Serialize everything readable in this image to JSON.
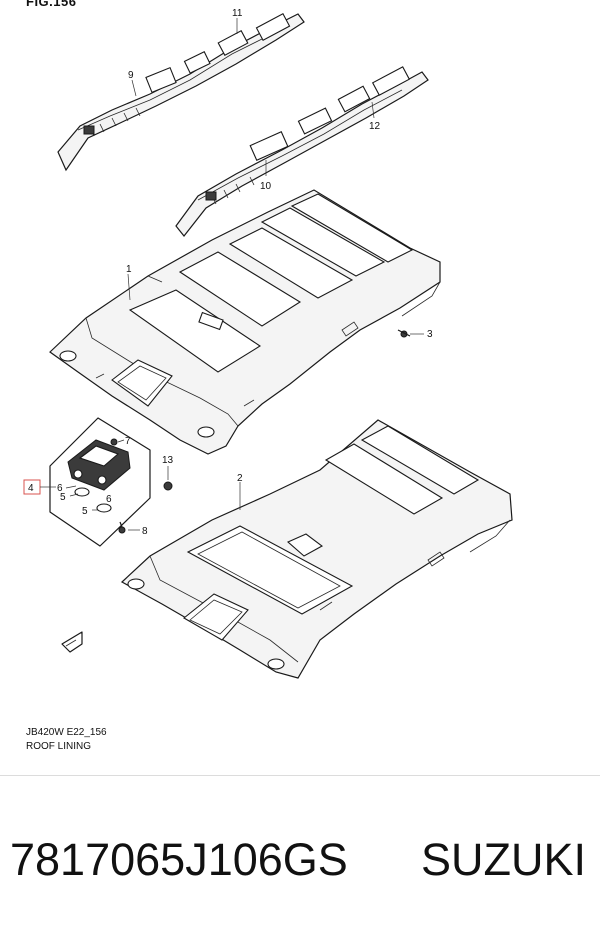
{
  "figure": {
    "label": "FIG.156",
    "code": "JB420W E22_156",
    "name": "ROOF LINING"
  },
  "callouts": [
    "1",
    "2",
    "3",
    "4",
    "5",
    "6",
    "7",
    "8",
    "9",
    "10",
    "11",
    "12",
    "13"
  ],
  "product": {
    "part_number": "7817065J106GS",
    "brand": "SUZUKI"
  },
  "colors": {
    "line": "#1a1a1a",
    "highlight_box": "#d9534f"
  }
}
